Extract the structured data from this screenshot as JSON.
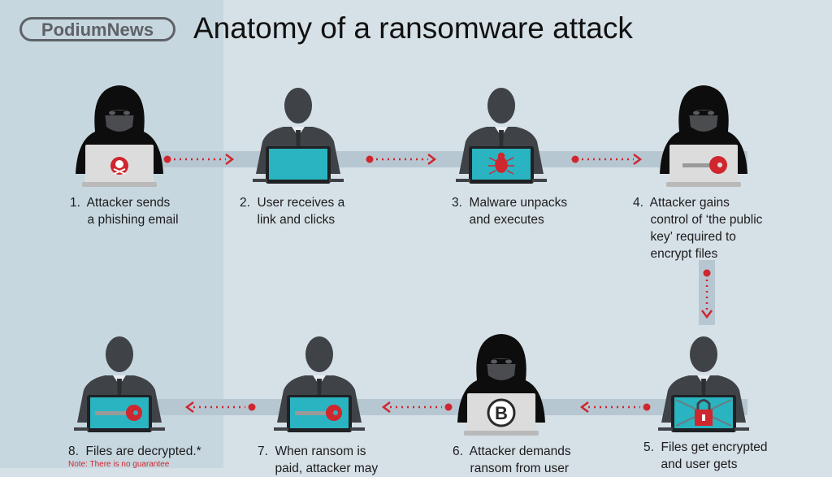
{
  "header": {
    "logo": "PodiumNews",
    "title": "Anatomy of a ransomware attack"
  },
  "colors": {
    "arrow": "#d0262e",
    "screen": "#2ab3c0",
    "figure": "#3f4246",
    "hacker": "#0d0d0d"
  },
  "steps": [
    {
      "label": "1.  Attacker sends\n     a phishing email",
      "actor": "attacker",
      "icon": "skull-icon"
    },
    {
      "label": "2.  User receives a\n     link and clicks",
      "actor": "user",
      "icon": "none"
    },
    {
      "label": "3.  Malware unpacks\n     and executes",
      "actor": "user",
      "icon": "bug-icon"
    },
    {
      "label": "4.  Attacker gains\n     control of ‘the public\n     key’ required to\n     encrypt files",
      "actor": "attacker",
      "icon": "key-icon"
    },
    {
      "label": "5.  Files get encrypted\n     and user gets",
      "actor": "user",
      "icon": "lock-icon"
    },
    {
      "label": "6.  Attacker demands\n     ransom from user",
      "actor": "attacker",
      "icon": "bitcoin-icon"
    },
    {
      "label": "7.  When ransom is\n     paid, attacker may",
      "actor": "user",
      "icon": "key-icon"
    },
    {
      "label": "8.  Files are decrypted.*",
      "actor": "user",
      "icon": "key-icon"
    }
  ],
  "note": "Note: There is no guarantee"
}
